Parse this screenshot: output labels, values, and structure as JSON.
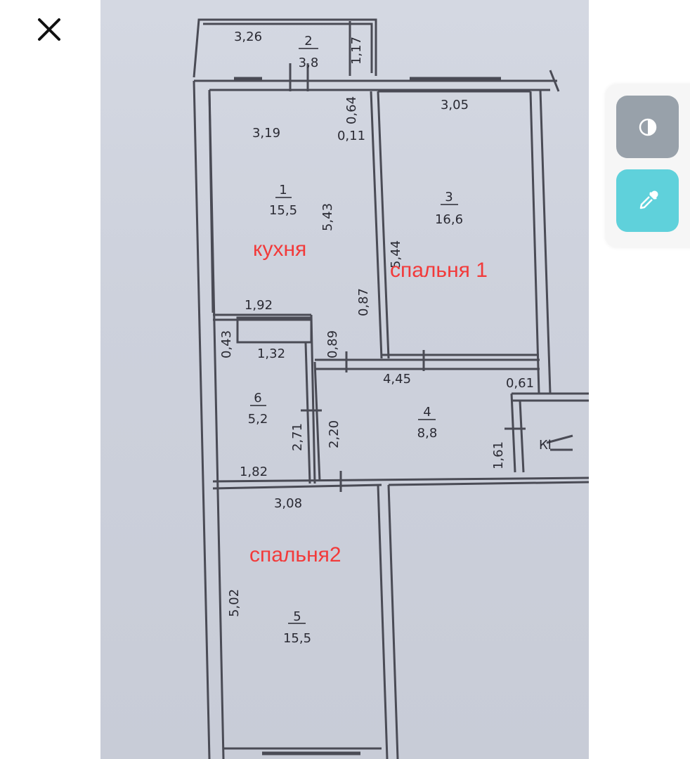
{
  "toolbar": {
    "close_icon": "close-icon",
    "contrast_icon": "contrast-icon",
    "picker_icon": "eyedropper-icon",
    "contrast_color": "#98a1aa",
    "picker_color": "#5fd1db"
  },
  "plan": {
    "labels": {
      "kitchen": "кухня",
      "bedroom1": "спальня 1",
      "bedroom2": "спальня2"
    },
    "rooms": {
      "r2_num": "2",
      "r2_area": "3,8",
      "r1_num": "1",
      "r1_area": "15,5",
      "r3_num": "3",
      "r3_area": "16,6",
      "r6_num": "6",
      "r6_area": "5,2",
      "r4_num": "4",
      "r4_area": "8,8",
      "r5_num": "5",
      "r5_area": "15,5"
    },
    "dims": {
      "d_326": "3,26",
      "d_117": "1,17",
      "d_319": "3,19",
      "d_064": "0,64",
      "d_011": "0,11",
      "d_305": "3,05",
      "d_543": "5,43",
      "d_544": "5,44",
      "d_087": "0,87",
      "d_192": "1,92",
      "d_043": "0,43",
      "d_132": "1,32",
      "d_089": "0,89",
      "d_445": "4,45",
      "d_061": "0,61",
      "d_271": "2,71",
      "d_220": "2,20",
      "d_161": "1,61",
      "d_182": "1,82",
      "d_308": "3,08",
      "d_502": "5,02",
      "kl": "Кl"
    }
  }
}
